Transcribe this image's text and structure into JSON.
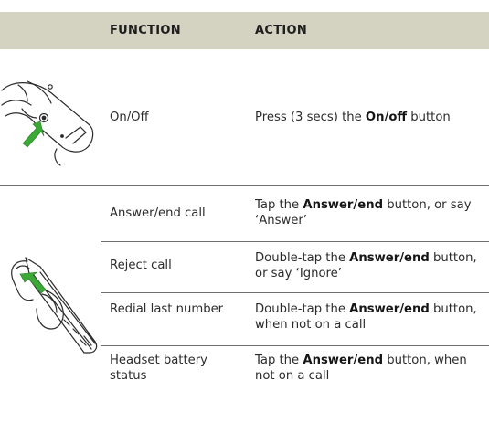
{
  "header": {
    "function": "FUNCTION",
    "action": "ACTION"
  },
  "rows": [
    {
      "function": "On/Off",
      "action": {
        "before": "Press (3 secs) the ",
        "bold": "On/off",
        "after": " button"
      }
    },
    {
      "function": "Answer/end call",
      "action": {
        "before": "Tap the ",
        "bold": "Answer/end",
        "after": " button, or say ‘Answer’"
      }
    },
    {
      "function": "Reject call",
      "action": {
        "before": "Double-tap the ",
        "bold": "Answer/end",
        "after": " button, or say ‘Ignore’"
      }
    },
    {
      "function": "Redial last number",
      "action": {
        "before": "Double-tap the ",
        "bold": "Answer/end",
        "after": " button, when not on a call"
      }
    },
    {
      "function": "Headset battery status",
      "action": {
        "before": "Tap the ",
        "bold": "Answer/end",
        "after": " button, when not on a call"
      }
    }
  ],
  "colors": {
    "header_bg": "#d4d2c1",
    "arrow": "#3aa935",
    "rule": "#6f6f6f"
  },
  "icons": [
    "headset-onoff-illustration",
    "headset-answer-illustration"
  ]
}
